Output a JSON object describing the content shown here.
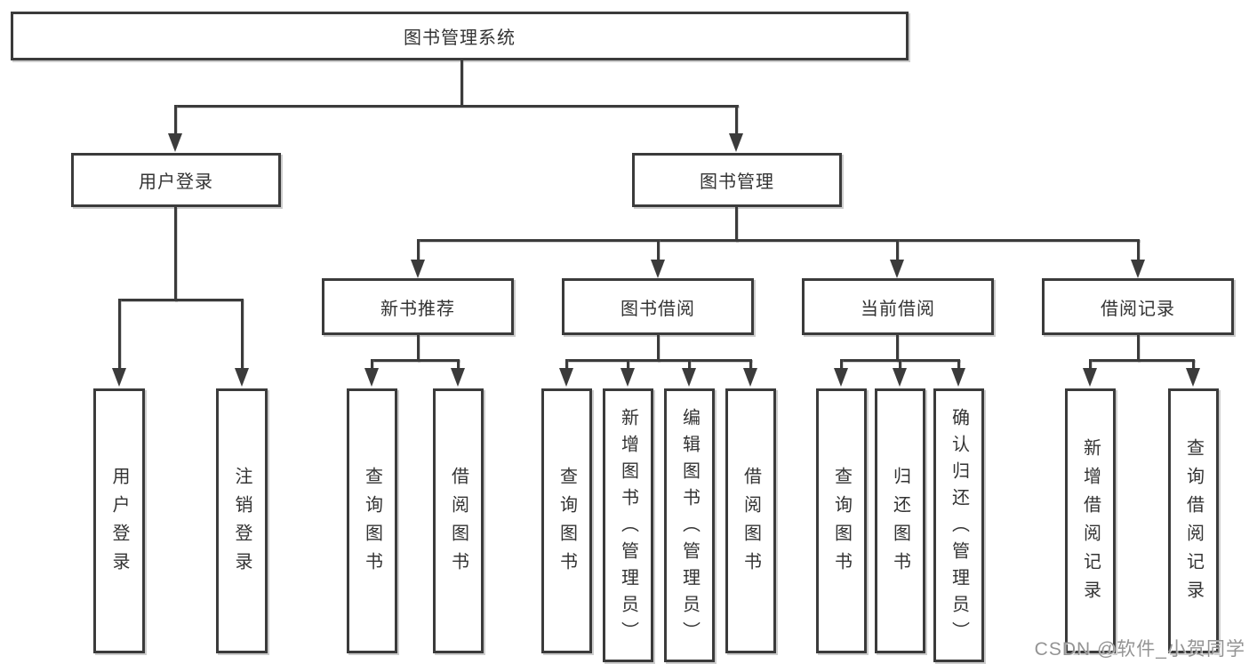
{
  "diagram": {
    "title_node": {
      "label": "图书管理系统"
    },
    "level2": [
      {
        "id": "user-login",
        "label": "用户登录"
      },
      {
        "id": "book-management",
        "label": "图书管理"
      }
    ],
    "level3": [
      {
        "id": "new-book-recommend",
        "label": "新书推荐",
        "parent": "图书管理"
      },
      {
        "id": "book-borrowing",
        "label": "图书借阅",
        "parent": "图书管理"
      },
      {
        "id": "current-borrowing",
        "label": "当前借阅",
        "parent": "图书管理"
      },
      {
        "id": "borrowing-records",
        "label": "借阅记录",
        "parent": "图书管理"
      }
    ],
    "leaves": [
      {
        "label": "用户登录",
        "parent": "用户登录"
      },
      {
        "label": "注销登录",
        "parent": "用户登录"
      },
      {
        "label": "查询图书",
        "parent": "新书推荐"
      },
      {
        "label": "借阅图书",
        "parent": "新书推荐"
      },
      {
        "label": "查询图书",
        "parent": "图书借阅"
      },
      {
        "label": "新增图书（管理员）",
        "parent": "图书借阅"
      },
      {
        "label": "编辑图书（管理员）",
        "parent": "图书借阅"
      },
      {
        "label": "借阅图书",
        "parent": "图书借阅"
      },
      {
        "label": "查询图书",
        "parent": "当前借阅"
      },
      {
        "label": "归还图书",
        "parent": "当前借阅"
      },
      {
        "label": "确认归还（管理员）",
        "parent": "当前借阅"
      },
      {
        "label": "新增借阅记录",
        "parent": "借阅记录"
      },
      {
        "label": "查询借阅记录",
        "parent": "借阅记录"
      }
    ],
    "watermark": "CSDN @软件_小贺同学",
    "colors": {
      "line": "#3b3b3b",
      "text": "#333333",
      "background": "#ffffff",
      "watermark": "#949494"
    }
  }
}
